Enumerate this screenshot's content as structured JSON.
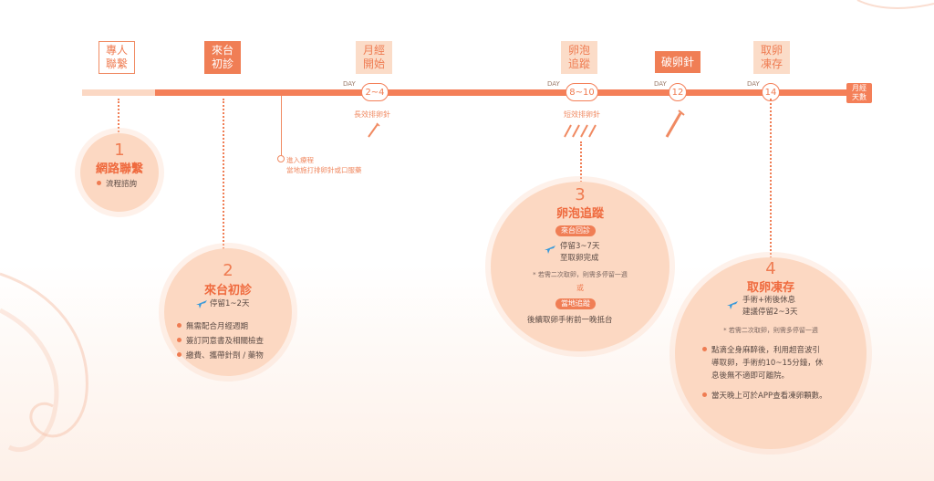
{
  "stages": {
    "online": "專人\n聯繫",
    "visit": "來台\n初診",
    "cycle_start": "月經\n開始",
    "follicle": "卵泡\n追蹤",
    "trigger": "破卵針",
    "retrieve": "取卵\n凍存"
  },
  "timeline": {
    "day_label": "DAY",
    "day_range_1": "2~4",
    "day_range_2": "8~10",
    "day_12": "12",
    "day_14": "14",
    "end_label": "月經\n天數",
    "long_shot": "長效排卵針",
    "short_shot": "短效排卵針",
    "local_note": "進入療程\n當地施打排卵針或口服藥"
  },
  "step1": {
    "num": "1",
    "title": "網路聯繫",
    "item1": "流程諮詢"
  },
  "step2": {
    "num": "2",
    "title": "來台初診",
    "stay": "停留1~2天",
    "item1": "無需配合月經週期",
    "item2": "簽訂同意書及相關檢查",
    "item3": "繳費、攜帶針劑 / 藥物"
  },
  "step3": {
    "num": "3",
    "title": "卵泡追蹤",
    "tag1": "來台回診",
    "stay1": "停留3~7天",
    "stay2": "至取卵完成",
    "note": "* 若需二次取卵，則需多停留一週",
    "or": "或",
    "tag2": "當地追蹤",
    "local": "後續取卵手術前一晚抵台"
  },
  "step4": {
    "num": "4",
    "title": "取卵凍存",
    "stay1": "手術+術後休息",
    "stay2": "建議停留2~3天",
    "note": "* 若需二次取卵，則需多停留一週",
    "item1a": "點滴全身麻醉後，利用超音波引",
    "item1b": "導取卵，手術約10~15分鐘，休",
    "item1c": "息後無不適即可離院。",
    "item2": "當天晚上可於APP查看凍卵顆數。"
  },
  "colors": {
    "accent": "#f47f58",
    "circle": "#fcd8c2",
    "text": "#5a4a44"
  }
}
